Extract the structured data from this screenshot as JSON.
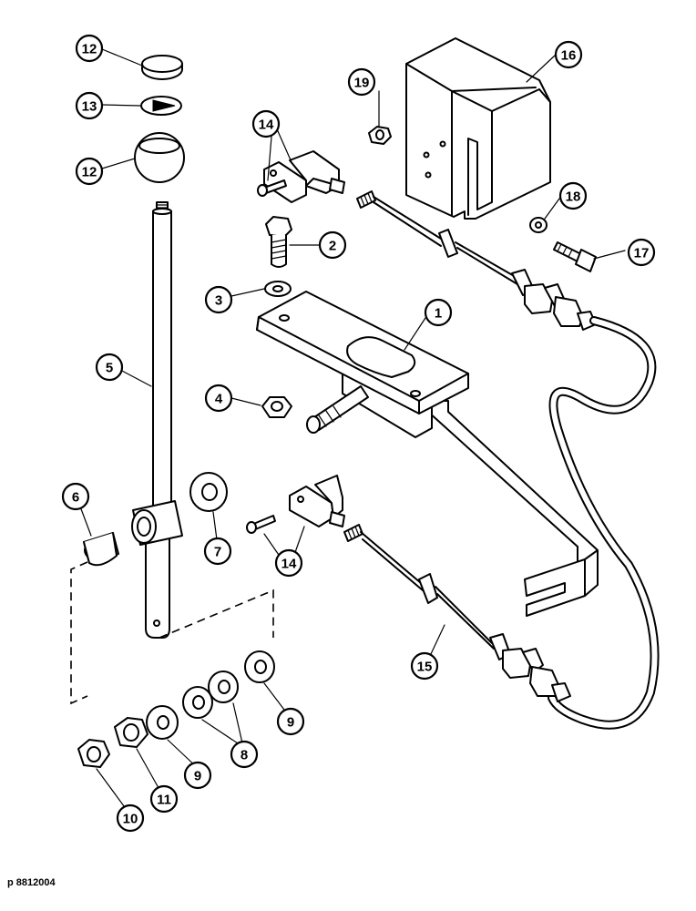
{
  "drawing_ref": "p 8812004",
  "callouts": [
    "1",
    "2",
    "3",
    "4",
    "5",
    "6",
    "7",
    "8",
    "9",
    "10",
    "11",
    "12",
    "13",
    "14",
    "15",
    "16",
    "17",
    "18",
    "19"
  ]
}
